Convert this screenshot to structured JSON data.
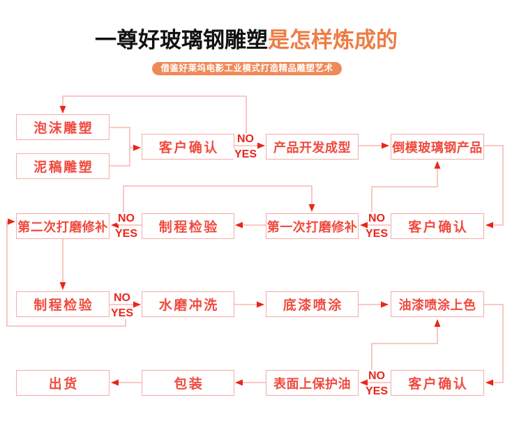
{
  "title": {
    "black": "一尊好玻璃钢雕塑",
    "orange": "是怎样炼成的"
  },
  "banner": {
    "text": "借鉴好莱坞电影工业模式打造精品雕塑艺术"
  },
  "colors": {
    "title_black": "#111111",
    "title_orange": "#ED7C45",
    "banner_bg": "#EF8A58",
    "box_border": "#F5ACA6",
    "box_text": "#F04A3E",
    "line": "#F5A9A2",
    "decision_text": "#E9261A",
    "arrow": "#E9261A"
  },
  "flow": {
    "decision_no_label": "NO",
    "decision_yes_label": "YES",
    "nodes": [
      {
        "id": "paomo",
        "label": "泡沫雕塑"
      },
      {
        "id": "nigao",
        "label": "泥稿雕塑"
      },
      {
        "id": "kehu1",
        "label": "客户确认"
      },
      {
        "id": "chanpin",
        "label": "产品开发成型"
      },
      {
        "id": "daomo",
        "label": "倒模玻璃钢产品"
      },
      {
        "id": "dierci",
        "label": "第二次打磨修补"
      },
      {
        "id": "zhicheng1",
        "label": "制程检验"
      },
      {
        "id": "diyici",
        "label": "第一次打磨修补"
      },
      {
        "id": "kehu2",
        "label": "客户确认"
      },
      {
        "id": "zhicheng2",
        "label": "制程检验"
      },
      {
        "id": "shuimo",
        "label": "水磨冲洗"
      },
      {
        "id": "diqi",
        "label": "底漆喷涂"
      },
      {
        "id": "youqi",
        "label": "油漆喷涂上色"
      },
      {
        "id": "chuhuo",
        "label": "出货"
      },
      {
        "id": "baozhuang",
        "label": "包装"
      },
      {
        "id": "biaomian",
        "label": "表面上保护油"
      },
      {
        "id": "kehu3",
        "label": "客户确认"
      }
    ]
  }
}
